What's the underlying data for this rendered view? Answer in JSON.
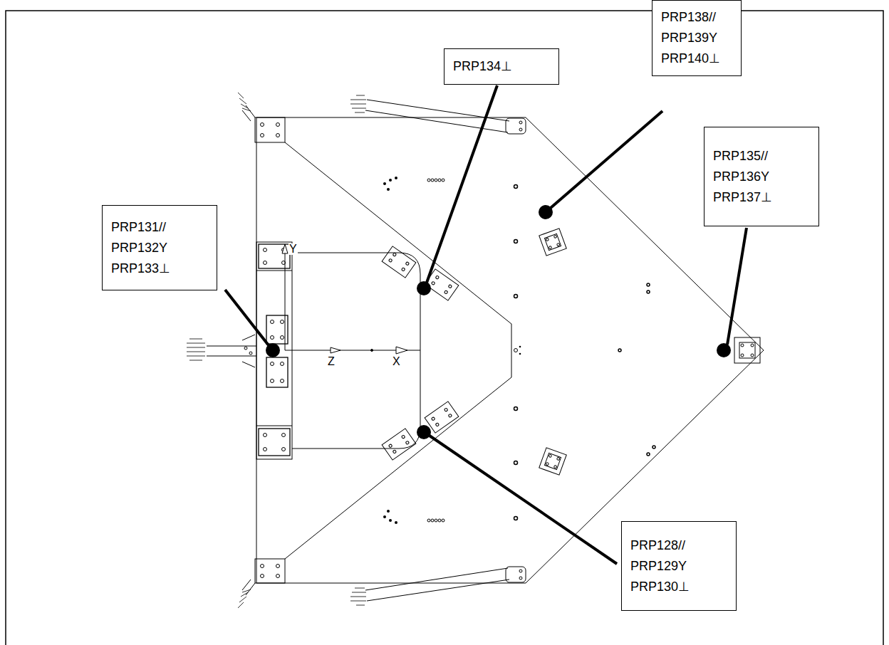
{
  "diagram": {
    "nodes": [
      {
        "text": [
          "PRP138//",
          "PRP139Y",
          "PRP140⊥"
        ]
      },
      {
        "text": [
          "PRP134⊥"
        ]
      },
      {
        "text": [
          "PRP135//",
          "PRP136Y",
          "PRP137⊥"
        ]
      },
      {
        "text": [
          "PRP131//",
          "PRP132Y",
          "PRP133⊥"
        ]
      },
      {
        "text": [
          "PRP128//",
          "PRP129Y",
          "PRP130⊥"
        ]
      }
    ],
    "labels": [
      "Y",
      "Z",
      "X"
    ]
  }
}
